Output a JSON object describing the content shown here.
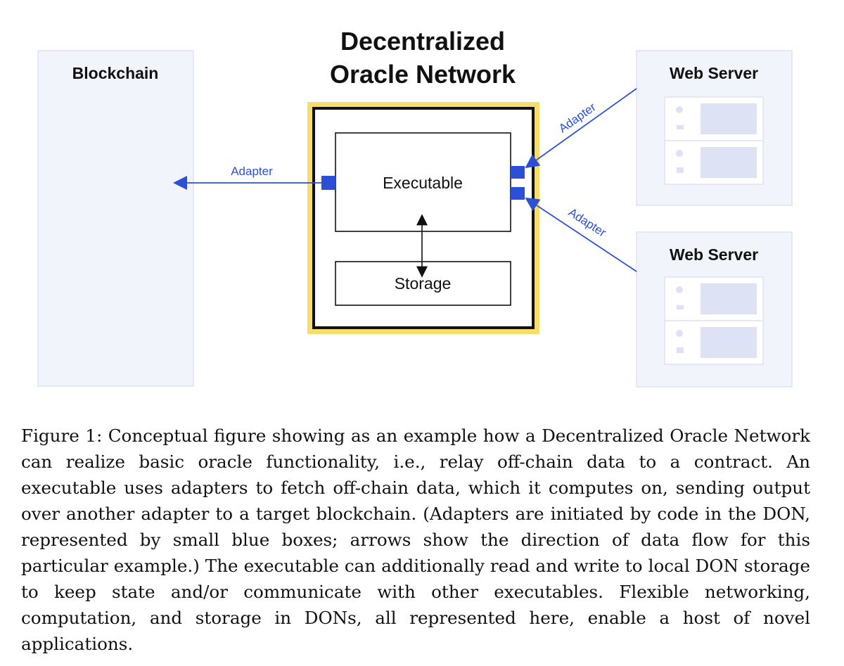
{
  "diagram": {
    "title_line1": "Decentralized",
    "title_line2": "Oracle Network",
    "blockchain_label": "Blockchain",
    "web_server_top_label": "Web Server",
    "web_server_bottom_label": "Web Server",
    "executable_label": "Executable",
    "storage_label": "Storage",
    "adapter_left_label": "Adapter",
    "adapter_top_label": "Adapter",
    "adapter_bottom_label": "Adapter",
    "colors": {
      "panel_fill": "#f2f4fc",
      "panel_border": "#dde2f3",
      "don_outer": "#f7de6b",
      "don_border": "#111111",
      "adapter_blue": "#2b50d6",
      "server_icon": "#dde2f4"
    }
  },
  "caption": {
    "text": "Figure 1: Conceptual figure showing as an example how a Decentralized Oracle Net­work can realize basic oracle functionality, i.e., relay off-chain data to a contract. An executable uses adapters to fetch off-chain data, which it computes on, sending output over another adapter to a target blockchain. (Adapters are initiated by code in the DON, represented by small blue boxes; arrows show the direction of data flow for this particular example.) The executable can additionally read and write to local DON storage to keep state and/or communicate with other executables. Flexible network­ing, computation, and storage in DONs, all represented here, enable a host of novel applications."
  }
}
